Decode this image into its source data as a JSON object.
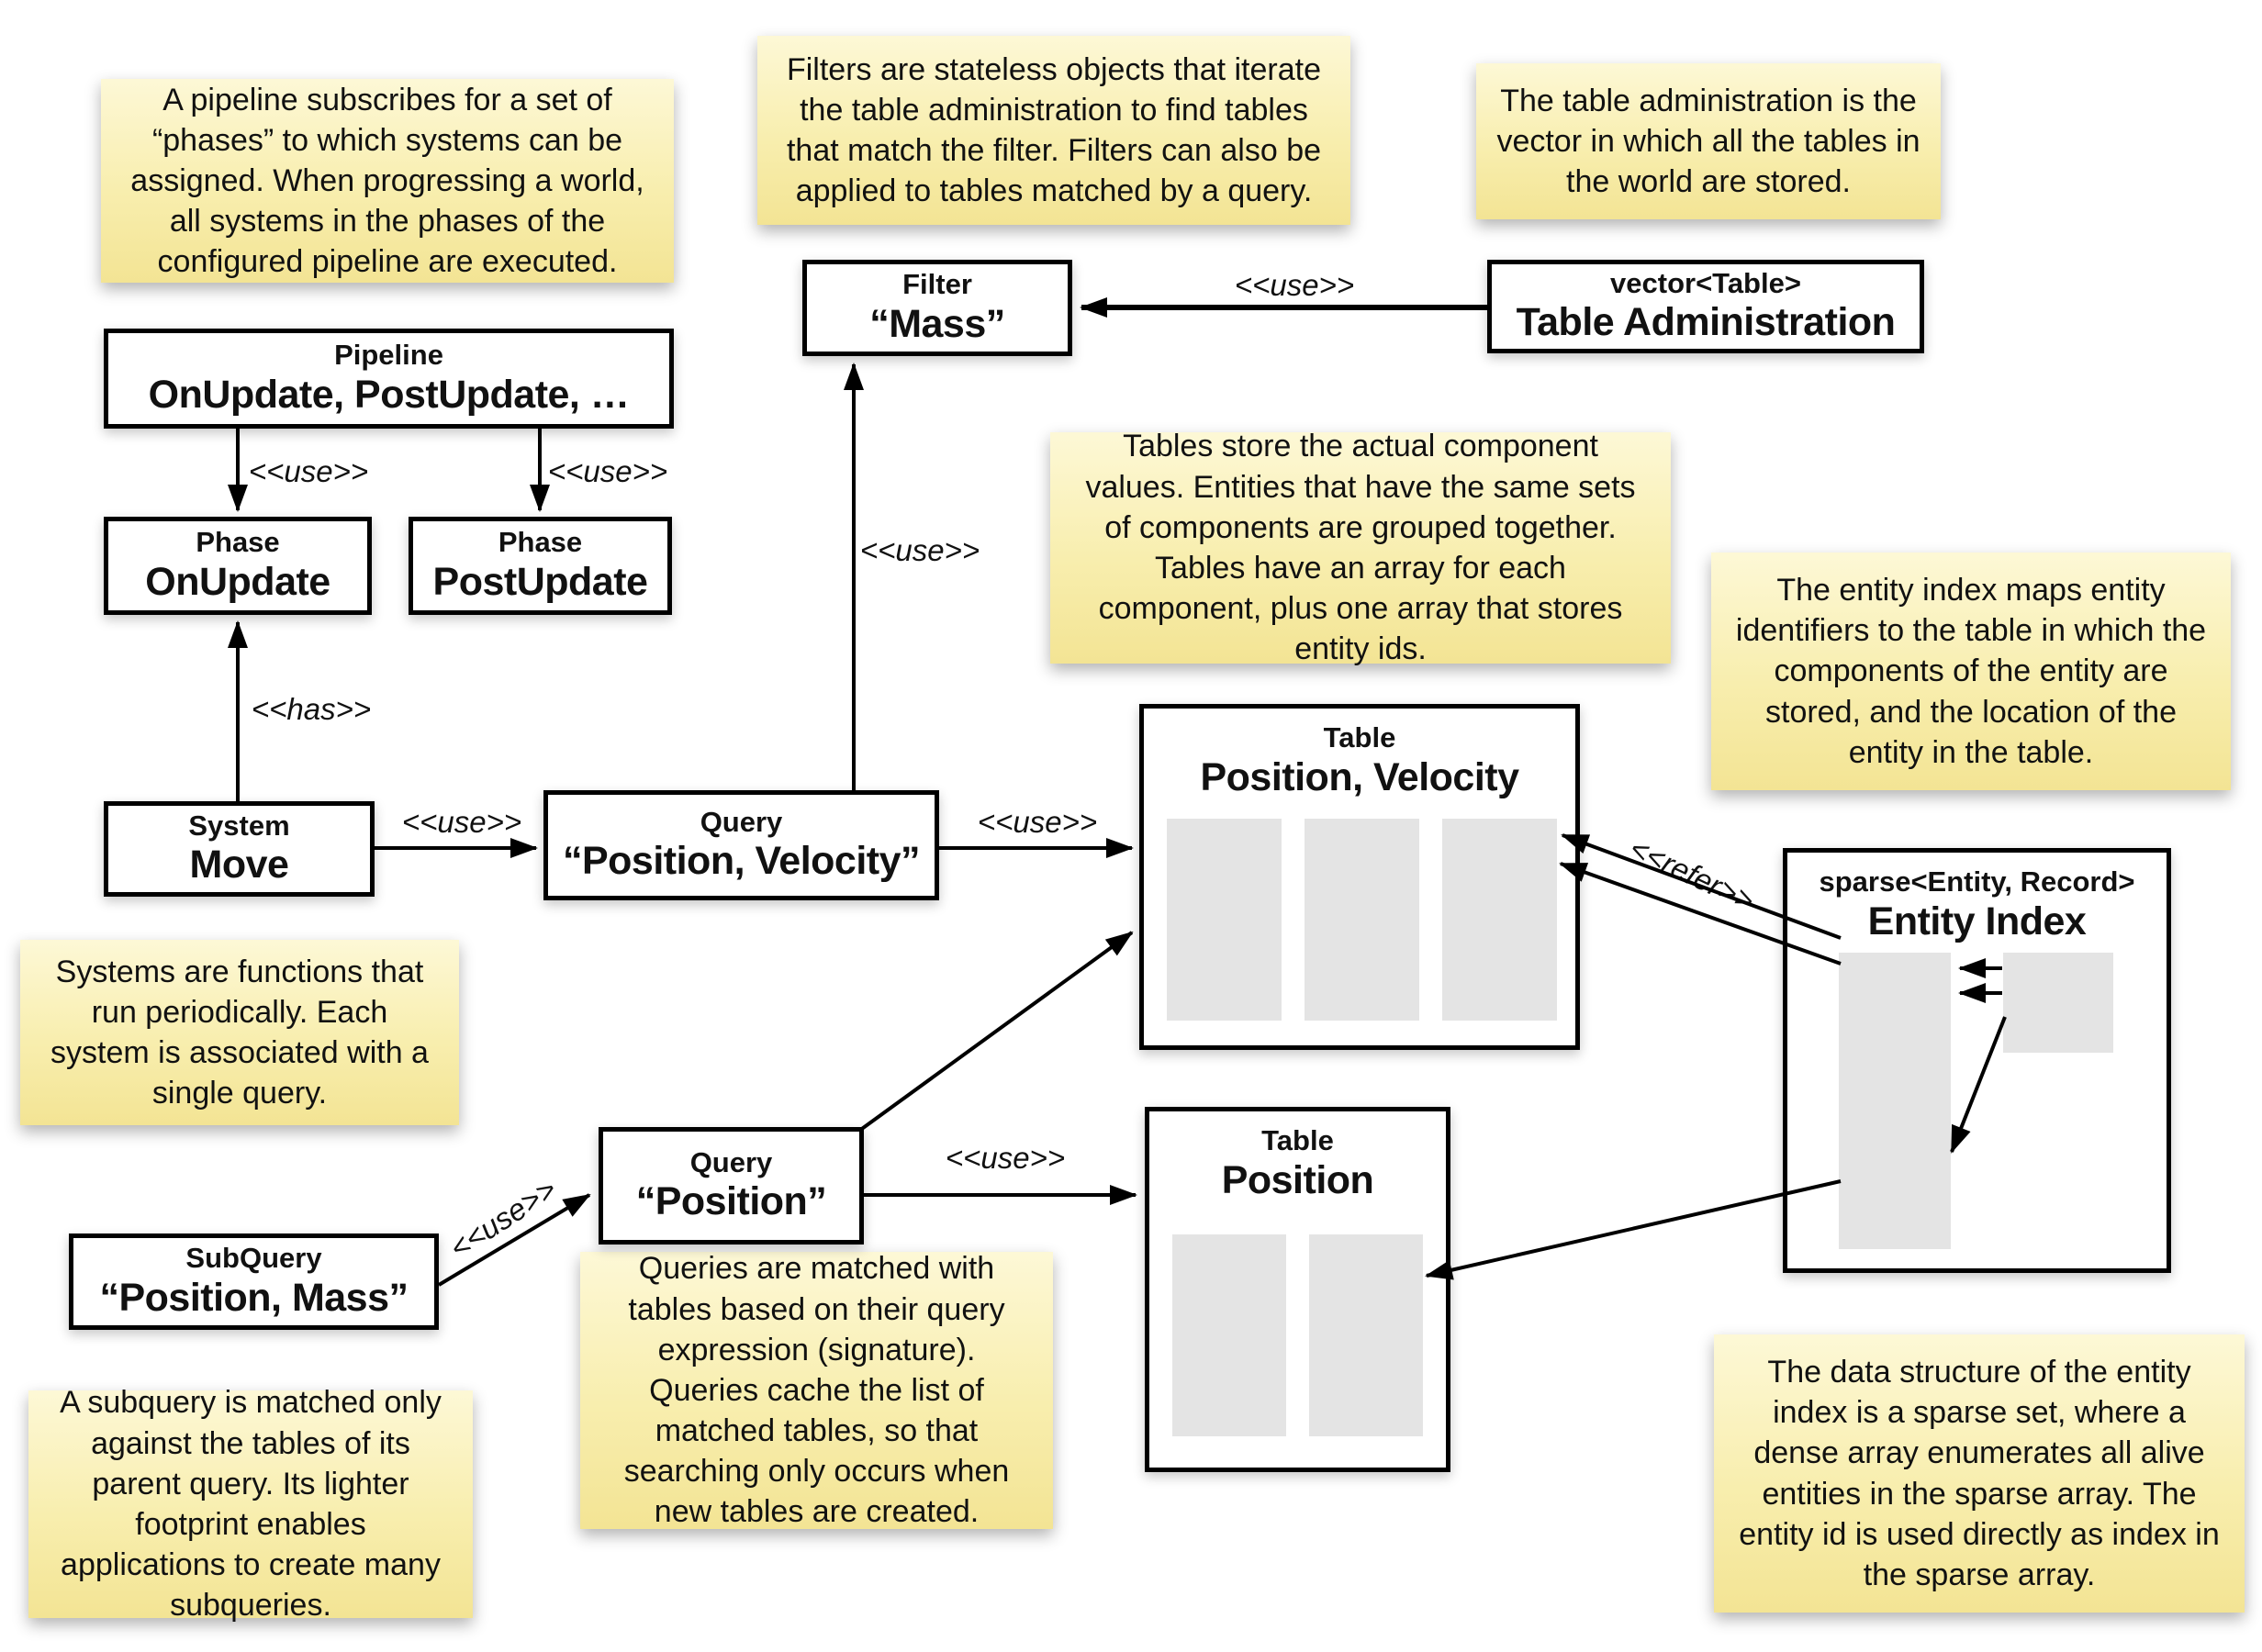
{
  "colors": {
    "background": "#FFFFFF",
    "note_fill": "#F7EBA4",
    "note_fill_light": "#FDF8D6",
    "box_border": "#000000",
    "box_fill": "#FFFFFF",
    "array_fill": "#E4E4E4"
  },
  "notes": {
    "pipeline": "A pipeline subscribes for a set of “phases” to which systems can be assigned. When progressing a world, all systems in the phases of the configured pipeline are executed.",
    "filters": "Filters are stateless objects that iterate the table administration to find tables that match the filter. Filters can also be applied to tables matched by a query.",
    "table_admin": "The table administration is the vector in which all the tables in the world are stored.",
    "tables": "Tables store the actual component values. Entities that have the same sets of components are grouped together. Tables have an array for each component, plus one array that stores entity ids.",
    "entity_index": "The entity index maps entity identifiers to the table in which the components of the entity are stored, and the location of the entity in the table.",
    "systems": "Systems are functions that run periodically. Each system is associated with a single query.",
    "queries": "Queries are matched with tables based on their query expression (signature). Queries cache the list of matched tables, so that searching only occurs when new tables are created.",
    "subquery": "A subquery is matched only against the tables of its parent query. Its lighter footprint enables applications to create many subqueries.",
    "sparse_set": "The data structure of the entity index is a sparse set, where a dense array enumerates all alive entities in the sparse array. The entity id is used directly as index in the sparse array."
  },
  "boxes": {
    "pipeline": {
      "stereotype": "Pipeline",
      "name": "OnUpdate, PostUpdate, …"
    },
    "phase_onupdate": {
      "stereotype": "Phase",
      "name": "OnUpdate"
    },
    "phase_postupdate": {
      "stereotype": "Phase",
      "name": "PostUpdate"
    },
    "system_move": {
      "stereotype": "System",
      "name": "Move"
    },
    "query_posvel": {
      "stereotype": "Query",
      "name": "“Position, Velocity”"
    },
    "filter_mass": {
      "stereotype": "Filter",
      "name": "“Mass”"
    },
    "table_admin": {
      "stereotype": "vector<Table>",
      "name": "Table Administration"
    },
    "table_posvel": {
      "stereotype": "Table",
      "name": "Position, Velocity"
    },
    "table_pos": {
      "stereotype": "Table",
      "name": "Position"
    },
    "query_pos": {
      "stereotype": "Query",
      "name": "“Position”"
    },
    "subquery": {
      "stereotype": "SubQuery",
      "name": "“Position, Mass”"
    },
    "entity_index": {
      "stereotype": "sparse<Entity, Record>",
      "name": "Entity Index"
    }
  },
  "edge_labels": {
    "pipeline_onupdate": "<<use>>",
    "pipeline_postupdate": "<<use>>",
    "system_phase": "<<has>>",
    "system_query": "<<use>>",
    "query_filter": "<<use>>",
    "query_table": "<<use>>",
    "admin_filter": "<<use>>",
    "querypos_tablepos": "<<use>>",
    "subquery_query": "<<use>>",
    "entityindex_table": "<<refer>>"
  }
}
